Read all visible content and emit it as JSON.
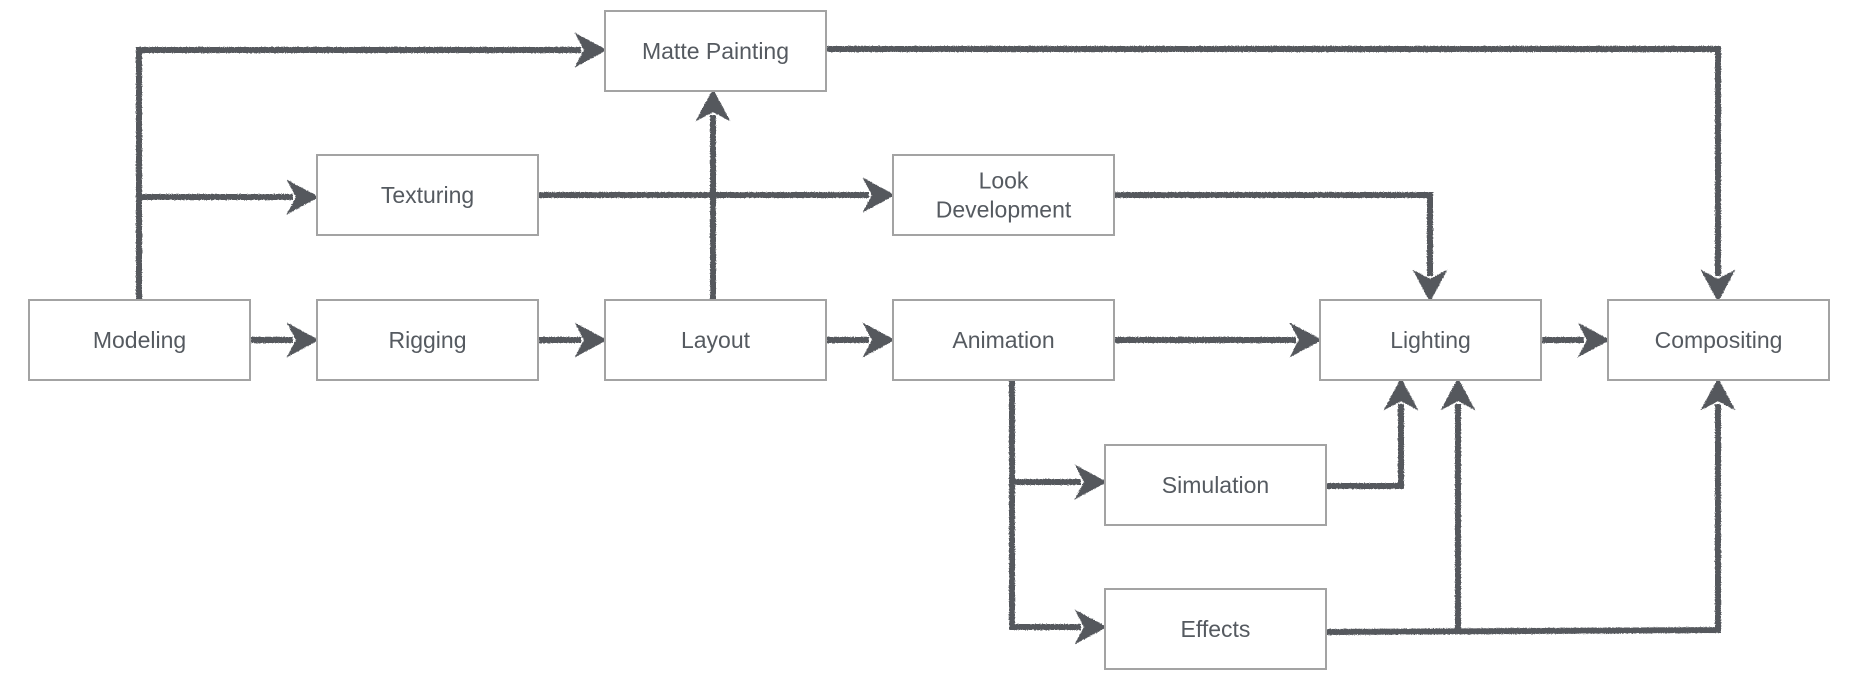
{
  "colors": {
    "arrow": "#55585d",
    "box_border": "#a3a3a3",
    "box_fill": "#ffffff",
    "label": "#555a60"
  },
  "nodes": {
    "matte_painting": {
      "label": "Matte Painting"
    },
    "texturing": {
      "label": "Texturing"
    },
    "look_development": {
      "label": [
        "Look",
        "Development"
      ]
    },
    "modeling": {
      "label": "Modeling"
    },
    "rigging": {
      "label": "Rigging"
    },
    "layout": {
      "label": "Layout"
    },
    "animation": {
      "label": "Animation"
    },
    "lighting": {
      "label": "Lighting"
    },
    "compositing": {
      "label": "Compositing"
    },
    "simulation": {
      "label": "Simulation"
    },
    "effects": {
      "label": "Effects"
    }
  },
  "edges": [
    {
      "from": "modeling",
      "to": "rigging"
    },
    {
      "from": "rigging",
      "to": "layout"
    },
    {
      "from": "layout",
      "to": "animation"
    },
    {
      "from": "animation",
      "to": "lighting"
    },
    {
      "from": "lighting",
      "to": "compositing"
    },
    {
      "from": "modeling",
      "to": "matte_painting"
    },
    {
      "from": "modeling",
      "to": "texturing"
    },
    {
      "from": "layout",
      "to": "matte_painting"
    },
    {
      "from": "texturing",
      "to": "look_development"
    },
    {
      "from": "look_development",
      "to": "lighting"
    },
    {
      "from": "matte_painting",
      "to": "compositing"
    },
    {
      "from": "animation",
      "to": "simulation"
    },
    {
      "from": "animation",
      "to": "effects"
    },
    {
      "from": "simulation",
      "to": "lighting"
    },
    {
      "from": "effects",
      "to": "lighting"
    },
    {
      "from": "effects",
      "to": "compositing"
    }
  ]
}
